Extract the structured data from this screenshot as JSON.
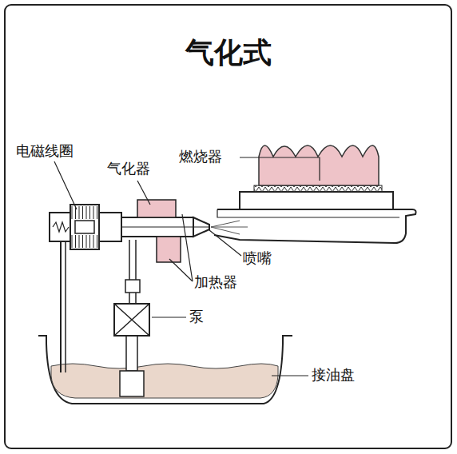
{
  "diagram": {
    "title": "气化式",
    "labels": [
      "电磁线圈",
      "气化器",
      "燃烧器",
      "喷嘴",
      "加热器",
      "泵",
      "接油盘"
    ]
  }
}
